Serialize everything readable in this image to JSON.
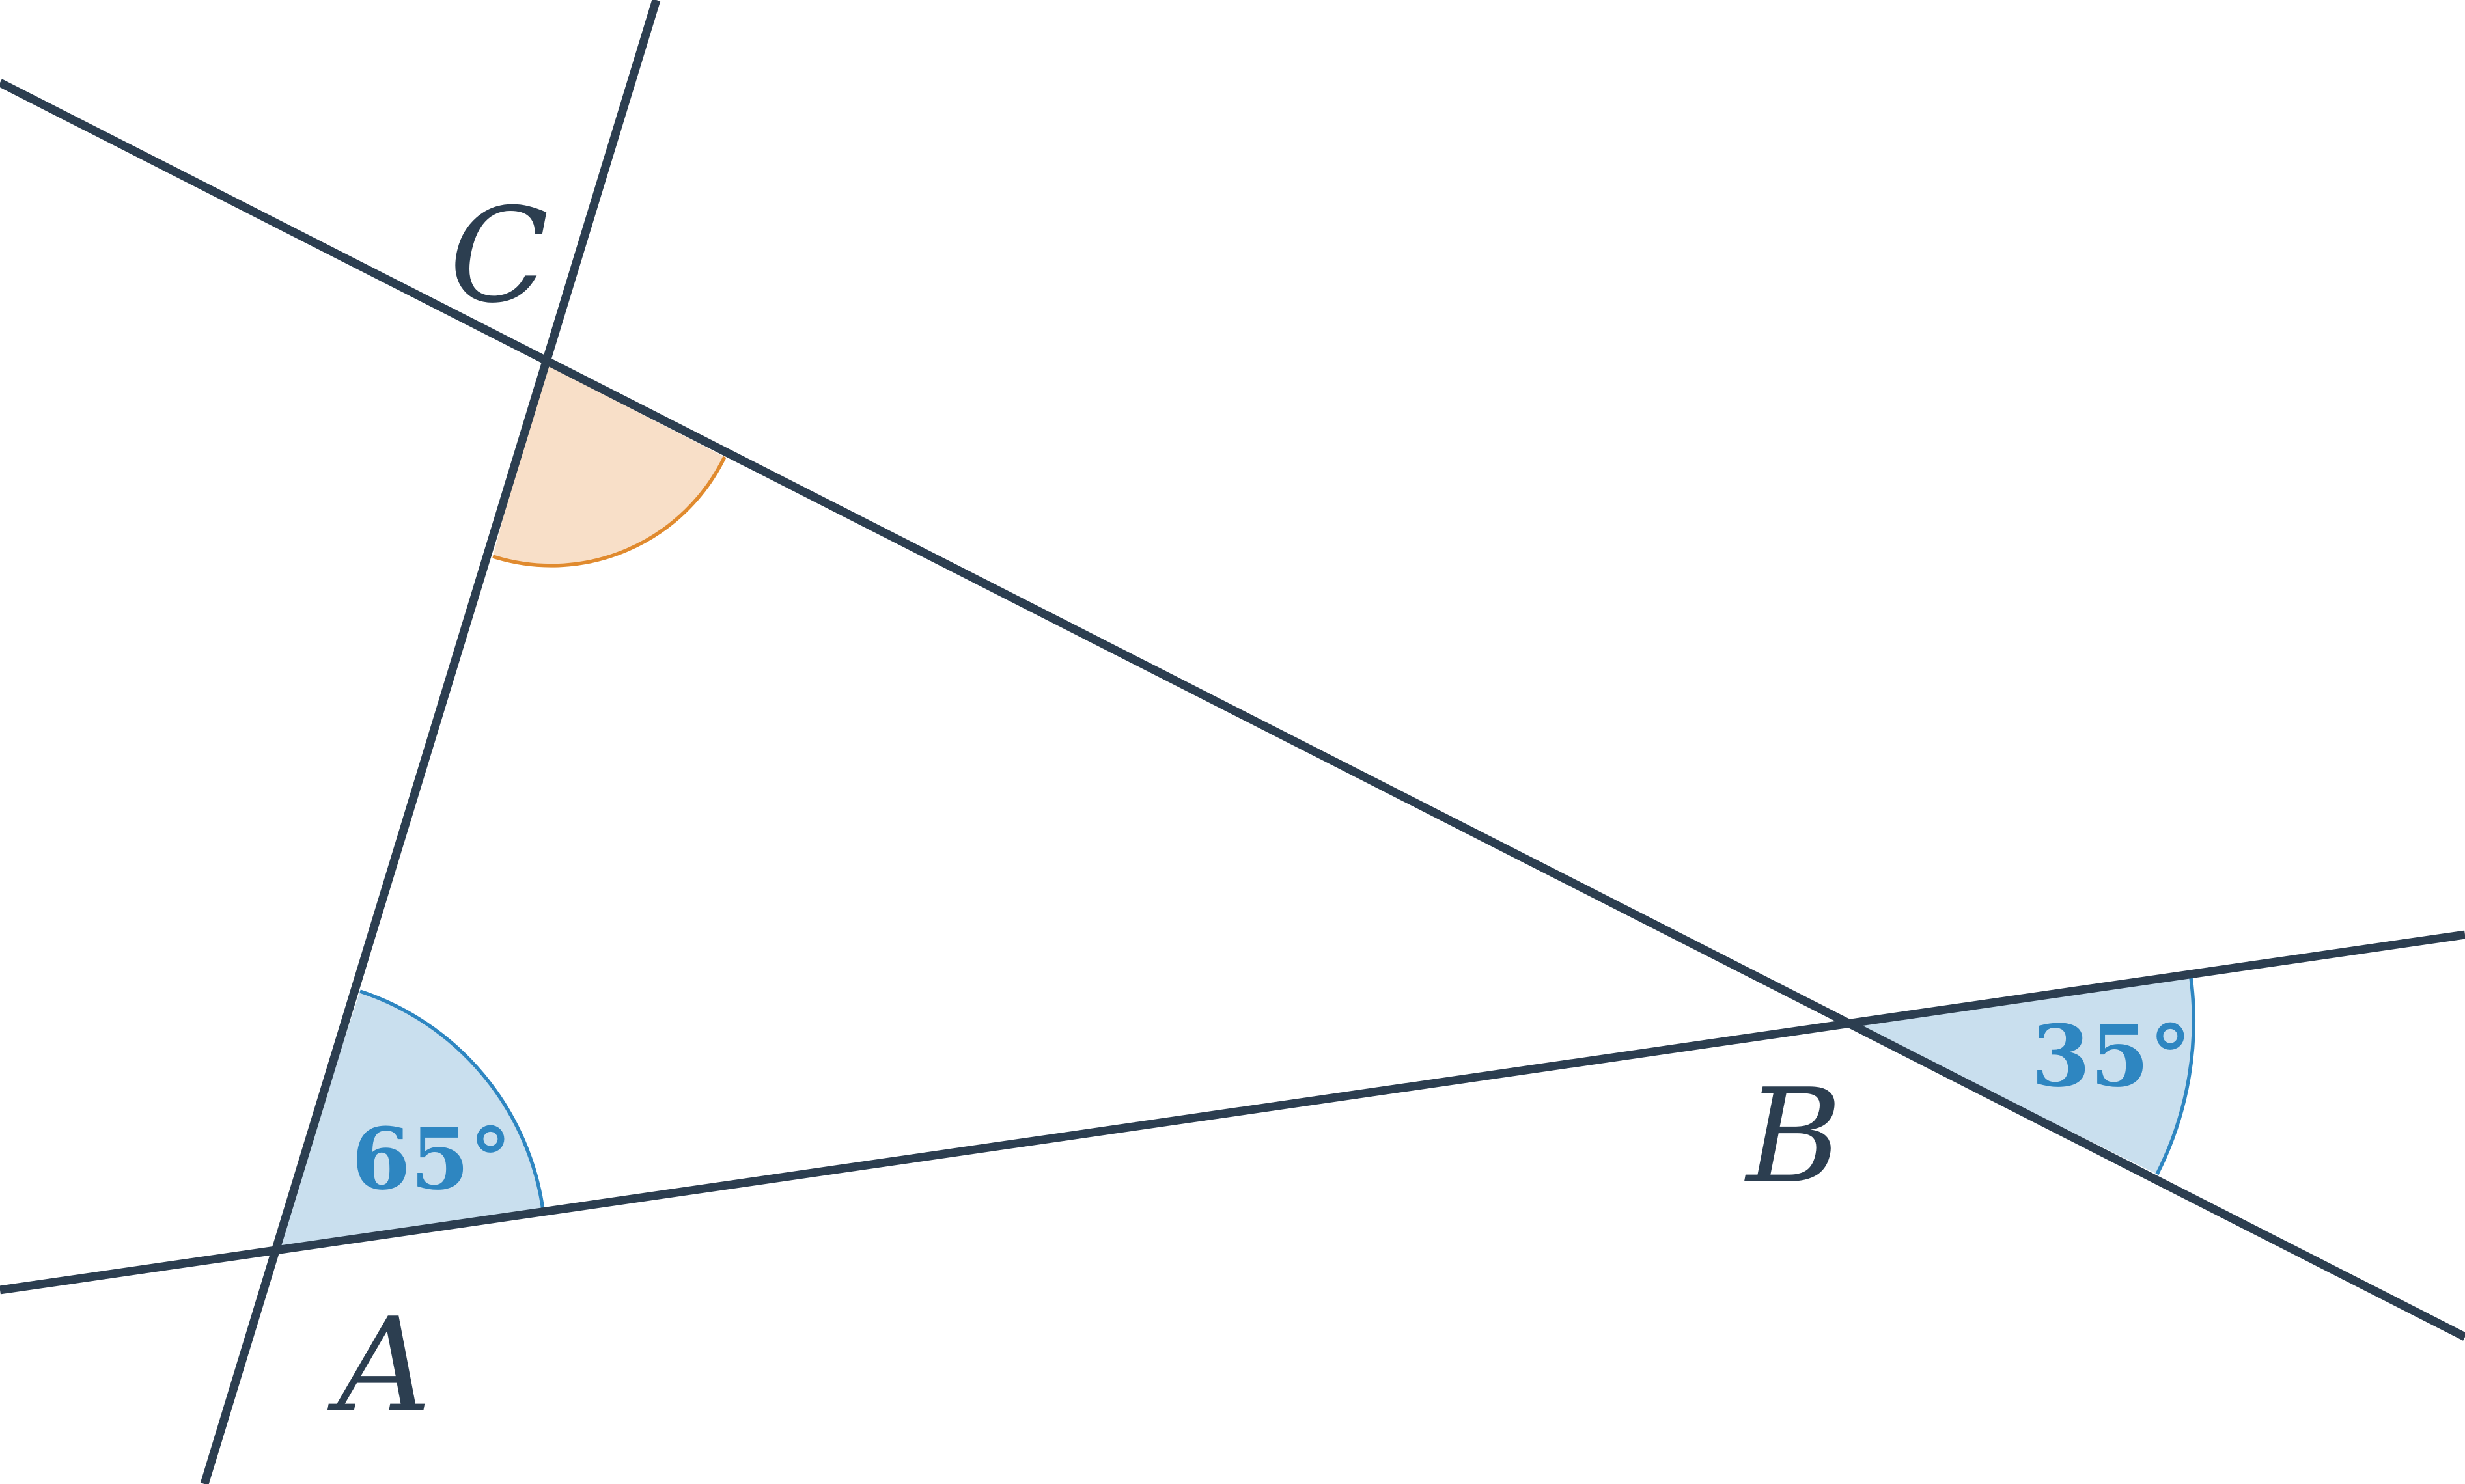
{
  "points": {
    "A": "A",
    "B": "B",
    "C": "C"
  },
  "angles": {
    "A": "65°",
    "B": "35°"
  },
  "colors": {
    "line": "#2c3e50",
    "given_angle_fill": "#c9dfee",
    "given_angle_stroke": "#2e86c1",
    "unknown_angle_fill": "#f8dfc8",
    "unknown_angle_stroke": "#e08a2e",
    "background": "#ffffff"
  }
}
